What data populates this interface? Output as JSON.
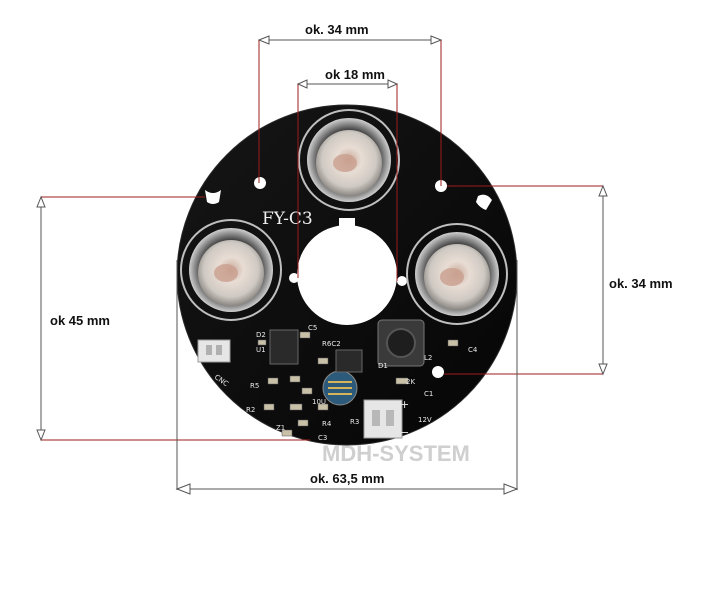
{
  "dimensions": {
    "top_width": "ok. 34 mm",
    "inner_width": "ok 18 mm",
    "left_height": "ok 45 mm",
    "right_height": "ok. 34 mm",
    "bottom_width": "ok. 63,5 mm"
  },
  "board": {
    "model_label": "FY-C3",
    "silkscreen": {
      "d2": "D2",
      "u1": "U1",
      "c5": "C5",
      "r6c2": "R6C2",
      "d1": "D1",
      "l2": "L2",
      "c4": "C4",
      "r5": "R5",
      "r2": "R2",
      "z1": "Z1",
      "c3": "C3",
      "r4": "R4",
      "r3": "R3",
      "c1": "C1",
      "v12": "12V",
      "k2": "2K",
      "ldr": "10U",
      "cnc": "CNC",
      "plus": "+",
      "minus": "−"
    }
  },
  "watermark": "MDH-SYSTEM",
  "colors": {
    "pcb": "#0b0b0b",
    "dimension_line": "#9c1c1c",
    "arrow_outline": "#555555",
    "led_lens": "#d9cfc6"
  }
}
